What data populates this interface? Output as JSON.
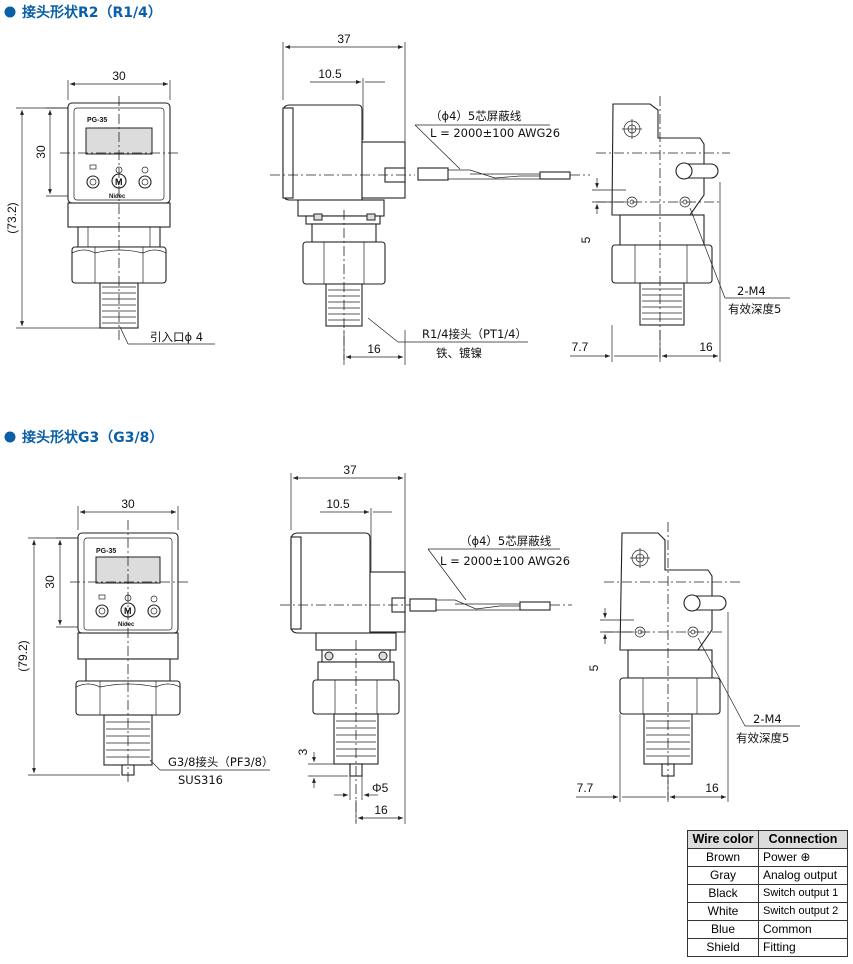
{
  "sections": [
    {
      "heading": "接头形状R2（R1/4）",
      "front": {
        "width_dim": "30",
        "height_dim": "30",
        "total_dim": "(73.2)",
        "label": "PG-35",
        "brand": "Nidec",
        "port_note": "引入口ϕ 4"
      },
      "side": {
        "width_dim": "37",
        "offset_dim": "10.5",
        "cable_note_1": "（ϕ4）5芯屏蔽线",
        "cable_note_2": "L = 2000±100 AWG26",
        "thread_note_1": "R1/4接头（PT1/4）",
        "thread_note_2": "铁、镀镍",
        "bottom_dim": "16"
      },
      "rear": {
        "height_dim": "5",
        "hole_note_1": "2-M4",
        "hole_note_2": "有效深度5",
        "left_dim": "7.7",
        "right_dim": "16"
      }
    },
    {
      "heading": "接头形状G3（G3/8）",
      "front": {
        "width_dim": "30",
        "height_dim": "30",
        "total_dim": "(79.2)",
        "label": "PG-35",
        "brand": "Nidec",
        "thread_note_1": "G3/8接头（PF3/8）",
        "thread_note_2": "SUS316"
      },
      "side": {
        "width_dim": "37",
        "offset_dim": "10.5",
        "cable_note_1": "（ϕ4）5芯屏蔽线",
        "cable_note_2": "L = 2000±100 AWG26",
        "small_dim": "3",
        "bore_dim": "Φ5",
        "bottom_dim": "16"
      },
      "rear": {
        "height_dim": "5",
        "hole_note_1": "2-M4",
        "hole_note_2": "有效深度5",
        "left_dim": "7.7",
        "right_dim": "16"
      }
    }
  ],
  "wire_table": {
    "headers": [
      "Wire color",
      "Connection"
    ],
    "rows": [
      [
        "Brown",
        "Power ⊕"
      ],
      [
        "Gray",
        "Analog output"
      ],
      [
        "Black",
        "Switch output 1"
      ],
      [
        "White",
        "Switch output 2"
      ],
      [
        "Blue",
        "Common"
      ],
      [
        "Shield",
        "Fitting"
      ]
    ]
  }
}
